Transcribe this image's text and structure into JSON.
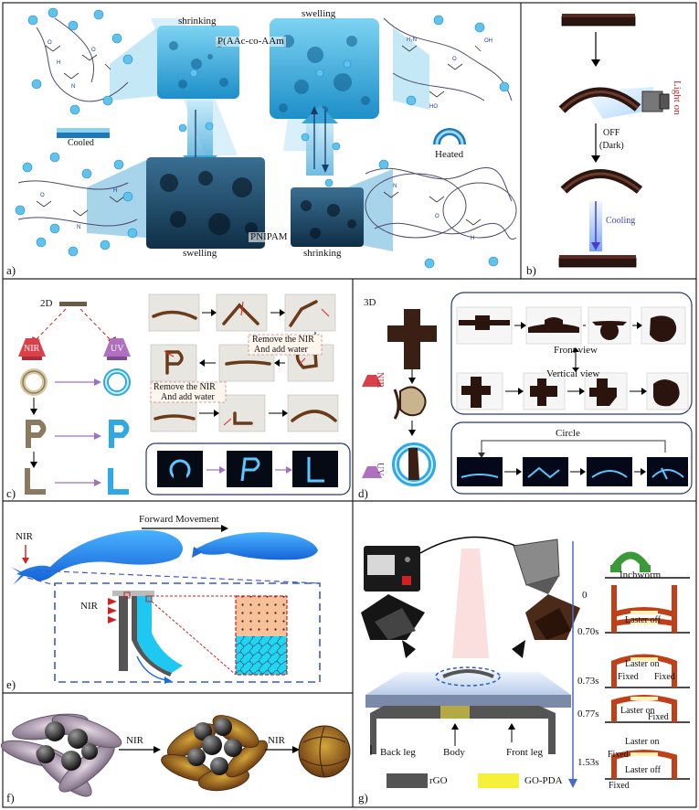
{
  "panel_labels": {
    "a": "a)",
    "b": "b)",
    "c": "c)",
    "d": "d)",
    "e": "e)",
    "f": "f)",
    "g": "g)"
  },
  "panel_a": {
    "top_left": "shrinking",
    "top_right": "swelling",
    "copolymer": "P(AAc-co-AAm",
    "cooled": "Cooled",
    "heated": "Heated",
    "bottom_left": "swelling",
    "bottom_right": "shrinking",
    "pnipam": "PNIPAM"
  },
  "panel_b": {
    "light_on": "Light on",
    "off": "OFF",
    "dark": "(Dark)",
    "cooling": "Cooling"
  },
  "panel_c": {
    "dim": "2D",
    "nir": "NIR",
    "uv": "UV",
    "remove1_line1": "Remove the NIR",
    "remove1_line2": "And add water",
    "remove2_line1": "Remove the NIR",
    "remove2_line2": "And add water"
  },
  "panel_d": {
    "dim": "3D",
    "nir": "NIR",
    "uv": "UV",
    "front_view": "Front view",
    "vertical_view": "Vertical view",
    "circle": "Circle"
  },
  "panel_e": {
    "nir_top": "NIR",
    "forward": "Forward Movement",
    "nir_inset": "NIR"
  },
  "panel_f": {
    "nir1": "NIR",
    "nir2": "NIR"
  },
  "panel_g": {
    "inchworm": "Inchworm",
    "t0": "0",
    "t1": "0.70s",
    "t2": "0.73s",
    "t3": "0.77s",
    "t4": "1.53s",
    "laser_off_1": "Laster off",
    "laser_on_1": "Laster on",
    "laser_on_2": "Laster on",
    "laser_on_3": "Laster on",
    "laser_off_2": "Laster off",
    "fixed_1a": "Fixed",
    "fixed_1b": "Fixed",
    "fixed_2": "Fixed",
    "fixed_3": "Fixed",
    "fixed_4": "Fixed",
    "back_leg": "Back leg",
    "body": "Body",
    "front_leg": "Front leg",
    "legend_rgo": "rGO",
    "legend_gopda": "GO-PDA",
    "rgo_color": "#555555",
    "gopda_color": "#f5f03a"
  }
}
